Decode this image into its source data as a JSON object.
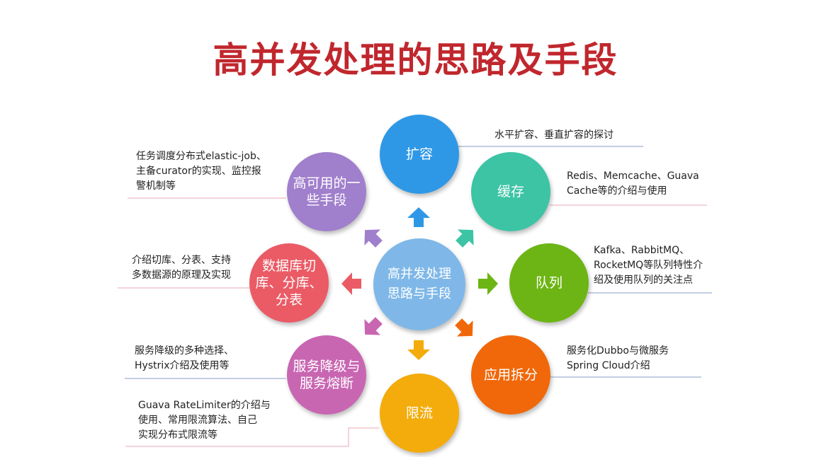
{
  "title": "高并发处理的思路及手段",
  "center": {
    "line1": "高并发处理",
    "line2": "思路与手段",
    "color": "#7fb8e8"
  },
  "nodes": {
    "expand": {
      "label": "扩容",
      "color": "#2f98e6",
      "desc1": "水平扩容、垂直扩容的探讨"
    },
    "cache": {
      "label": "缓存",
      "color": "#3cc4a5",
      "desc1": "Redis、Memcache、Guava",
      "desc2": "Cache等的介绍与使用"
    },
    "queue": {
      "label": "队列",
      "color": "#6db515",
      "desc1": "Kafka、RabbitMQ、",
      "desc2": "RocketMQ等队列特性介",
      "desc3": "绍及使用队列的关注点"
    },
    "split": {
      "label": "应用拆分",
      "color": "#f0680a",
      "desc1": "服务化Dubbo与微服务",
      "desc2": "Spring Cloud介绍"
    },
    "limit": {
      "label": "限流",
      "color": "#f3ac0b",
      "desc1": "Guava RateLimiter的介绍与",
      "desc2": "使用、常用限流算法、自己",
      "desc3": "实现分布式限流等"
    },
    "degrade": {
      "line1": "服务降级与",
      "line2": "服务熔断",
      "color": "#c866b2",
      "desc1": "服务降级的多种选择、",
      "desc2": "Hystrix介绍及使用等"
    },
    "db": {
      "line1": "数据库切",
      "line2": "库、分库、",
      "line3": "分表",
      "color": "#ea5b66",
      "desc1": "介绍切库、分表、支持",
      "desc2": "多数据源的原理及实现"
    },
    "ha": {
      "line1": "高可用的一",
      "line2": "些手段",
      "color": "#a07fcc",
      "desc1": "任务调度分布式elastic-job、",
      "desc2": "主备curator的实现、监控报",
      "desc3": "警机制等"
    }
  }
}
